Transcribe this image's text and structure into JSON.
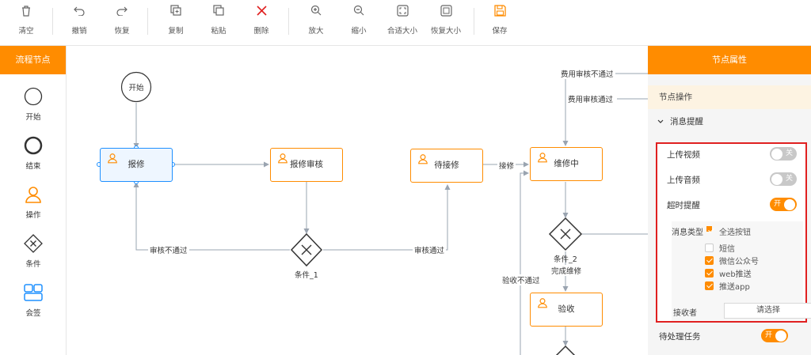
{
  "toolbar": {
    "clear": "清空",
    "undo": "撤销",
    "redo": "恢复",
    "copy": "复制",
    "paste": "粘贴",
    "delete": "删除",
    "zoom_in": "放大",
    "zoom_out": "缩小",
    "fit": "合适大小",
    "reset_size": "恢复大小",
    "save": "保存"
  },
  "palette": {
    "title": "流程节点",
    "items": [
      "开始",
      "结束",
      "操作",
      "条件",
      "会签"
    ]
  },
  "canvas": {
    "start": "开始",
    "nodes": {
      "baoxiu": "报修",
      "baoxiu_review": "报修审核",
      "wait_receive": "待接修",
      "repairing": "维修中",
      "acceptance": "验收"
    },
    "gateways": {
      "cond1": "条件_1",
      "cond2": "条件_2"
    },
    "edges": {
      "review_fail": "审核不通过",
      "review_pass": "审核通过",
      "receive": "接修",
      "repair_done": "完成维修",
      "accept_fail": "验收不通过",
      "cost_fail": "费用审核不通过",
      "cost_pass": "费用审核通过"
    }
  },
  "props": {
    "title": "节点属性",
    "section": "节点操作",
    "group": "消息提醒",
    "upload_video": "上传视频",
    "upload_audio": "上传音频",
    "timeout_remind": "超时提醒",
    "toggle_off": "关",
    "toggle_on": "开",
    "msg_type": "消息类型",
    "select_all": "全选按钮",
    "options": [
      "短信",
      "微信公众号",
      "web推送",
      "推送app"
    ],
    "receiver": "接收者",
    "receiver_placeholder": "请选择",
    "pending_task": "待处理任务"
  },
  "colors": {
    "accent": "#ff8c00",
    "selected": "#1e90ff",
    "highlight": "#e02020"
  }
}
